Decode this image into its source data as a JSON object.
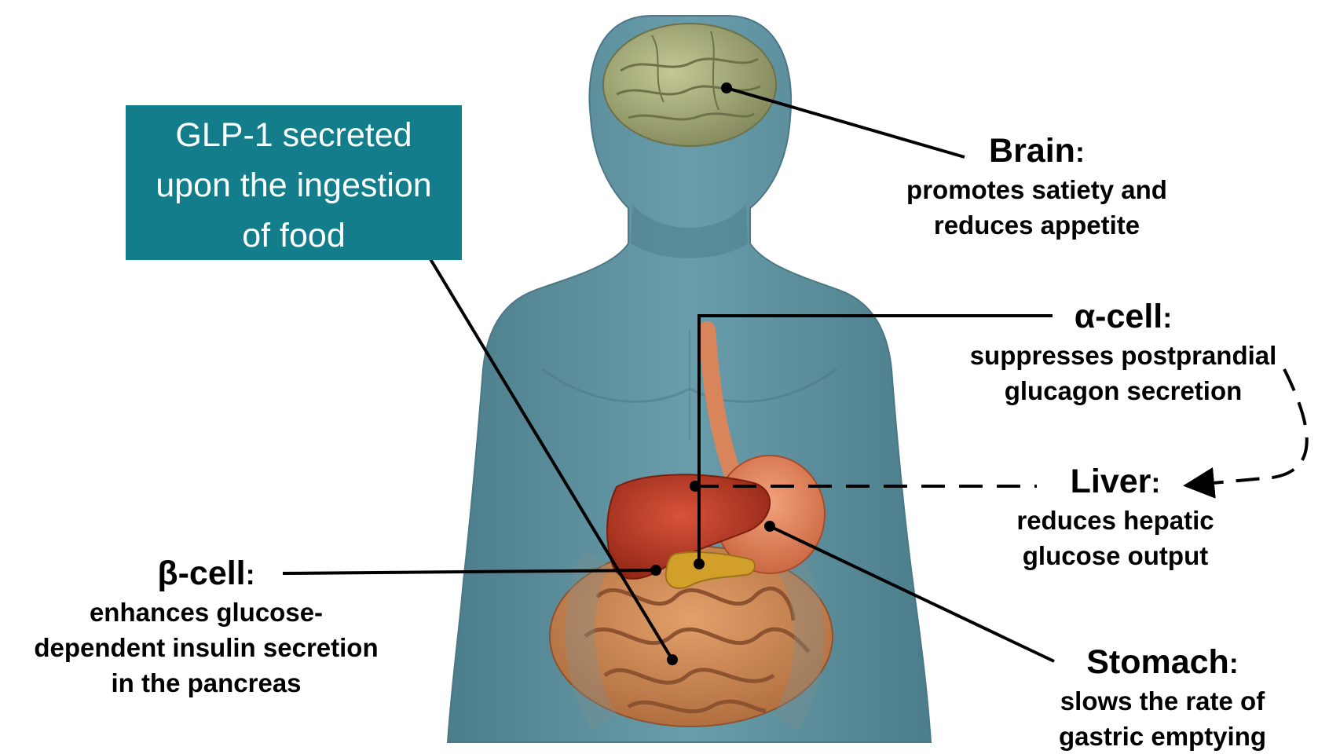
{
  "glp_box": {
    "lines": [
      "GLP-1 secreted",
      "upon the ingestion",
      "of food"
    ],
    "color": "#137d8c"
  },
  "labels": {
    "brain": {
      "title": "Brain",
      "colon": ":",
      "desc": [
        "promotes satiety and",
        "reduces appetite"
      ]
    },
    "alpha_cell": {
      "title": "α-cell",
      "colon": ":",
      "desc": [
        "suppresses postprandial",
        "glucagon secretion"
      ]
    },
    "liver": {
      "title": "Liver",
      "colon": ":",
      "desc": [
        "reduces hepatic",
        "glucose output"
      ]
    },
    "stomach": {
      "title": "Stomach",
      "colon": ":",
      "desc": [
        "slows the rate of",
        "gastric emptying"
      ]
    },
    "beta_cell": {
      "title": "β-cell",
      "colon": ":",
      "desc": [
        "enhances glucose-",
        "dependent insulin secretion",
        "in the pancreas"
      ]
    }
  },
  "colors": {
    "body": "#5f93a1",
    "body_shade": "#4c7d8b",
    "brain": "#a8ae7c",
    "liver": "#b8321f",
    "stomach": "#e07a4f",
    "pancreas": "#d2a02a",
    "intestine": "#cf8a50",
    "leader_line": "#000000"
  }
}
